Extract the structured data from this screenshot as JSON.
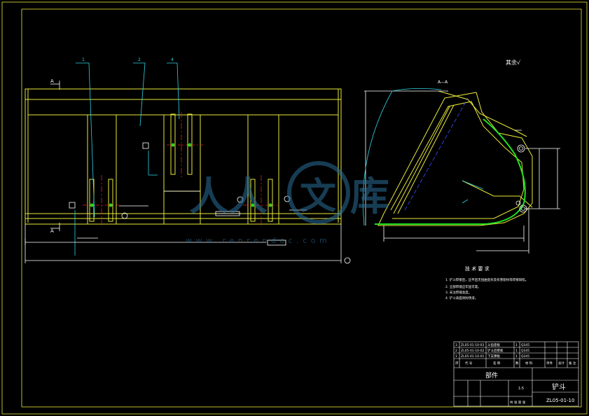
{
  "front_view": {
    "section_mark_label": "A",
    "callouts": [
      "1",
      "2",
      "4"
    ]
  },
  "side_view": {
    "view_label": "A—A",
    "roughness_note": "其余√"
  },
  "watermark": {
    "left_text": "人人",
    "circle_text": "文",
    "right_text": "库",
    "url": "w w w . r e n r e n d o c . c o m"
  },
  "tech_requirements": {
    "title": "技 术 要 求",
    "items": [
      "1. 铲斗焊接后，应平直无扭曲变形及有害裂纹等焊接缺陷。",
      "2. 全部焊缝应牢固可靠。",
      "3. 未注焊缝高度。",
      "4. 铲斗表面涂防锈漆。"
    ]
  },
  "title_block": {
    "parts_list": [
      {
        "no": "3",
        "code": "ZL05-01-10-03",
        "name": "斗齿座板",
        "qty": "1",
        "material": "Q345"
      },
      {
        "no": "2",
        "code": "ZL05-01-10-02",
        "name": "铲斗后壁板",
        "qty": "1",
        "material": "Q345"
      },
      {
        "no": "1",
        "code": "ZL05-01-10-01",
        "name": "下支撑板",
        "qty": "1",
        "material": "Q345"
      }
    ],
    "header_labels": [
      "序",
      "代  号",
      "名  称",
      "数",
      "材  料",
      "单件",
      "总计",
      "备 注"
    ],
    "assembly_label": "部件",
    "part_name": "铲斗",
    "drawing_number": "ZL05-01-10",
    "scale": "1:5",
    "sheet_label": "共 张  第 张"
  },
  "colors": {
    "frame": "#e8e83a",
    "outline": "#e8e83a",
    "leader": "#2fd3e6",
    "centerline": "#e02020",
    "cutting_edge": "#1fe31f",
    "hidden": "#3a4dff",
    "dimension": "#ffffff"
  }
}
